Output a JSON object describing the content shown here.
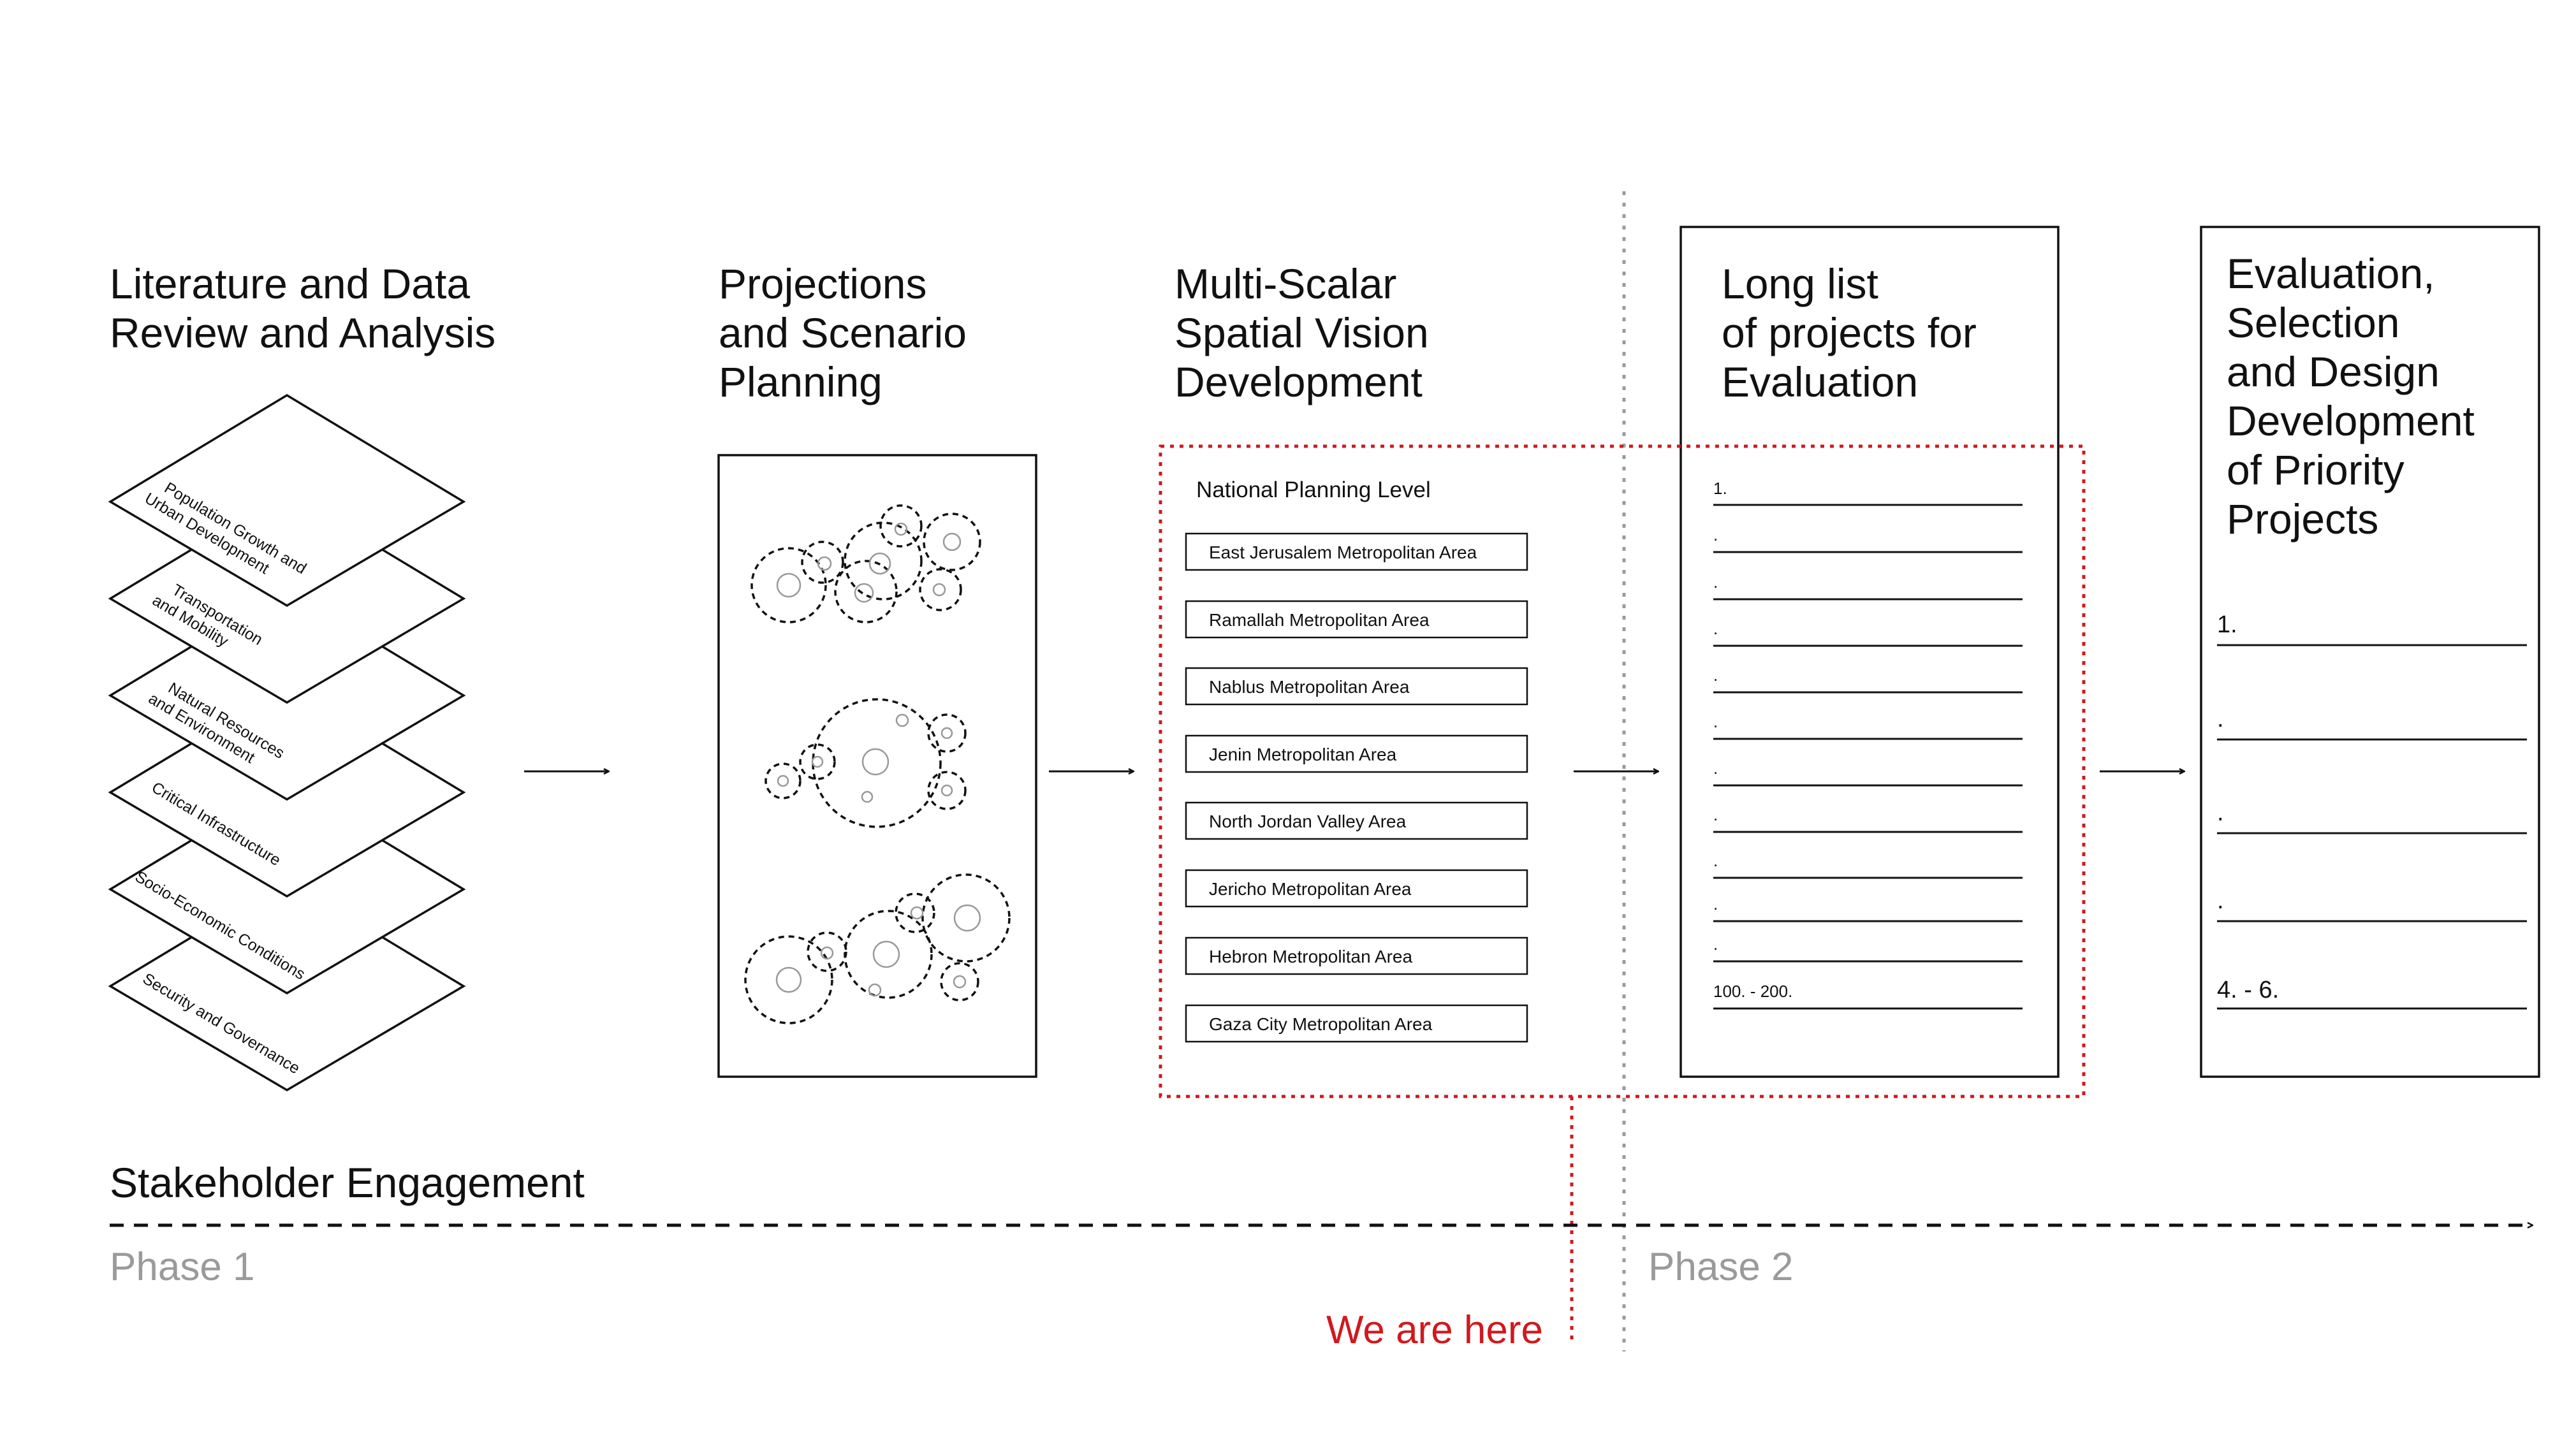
{
  "colors": {
    "ink": "#111111",
    "muted": "#9a9a9a",
    "accent": "#d0191e",
    "divider": "#9a9a9a"
  },
  "steps": {
    "literature": {
      "title": [
        "Literature and Data",
        "Review and Analysis"
      ]
    },
    "projections": {
      "title": [
        "Projections",
        "and Scenario",
        "Planning"
      ]
    },
    "vision": {
      "title": [
        "Multi-Scalar",
        "Spatial Vision",
        "Development"
      ]
    },
    "longlist": {
      "title": [
        "Long list",
        "of projects for",
        "Evaluation"
      ]
    },
    "evaluation": {
      "title": [
        "Evaluation,",
        "Selection",
        "and Design",
        "Development",
        "of Priority",
        "Projects"
      ]
    }
  },
  "layers": [
    [
      "Population Growth and",
      "Urban Development"
    ],
    [
      "Transportation",
      "and Mobility"
    ],
    [
      "Natural Resources",
      "and Environment"
    ],
    [
      "Critical Infrastructure"
    ],
    [
      "Socio-Economic Conditions"
    ],
    [
      "Security and Governance"
    ]
  ],
  "vision_panel": {
    "heading": "National Planning Level",
    "areas": [
      "East Jerusalem Metropolitan Area",
      "Ramallah Metropolitan Area",
      "Nablus Metropolitan Area",
      "Jenin Metropolitan Area",
      "North Jordan Valley Area",
      "Jericho Metropolitan Area",
      "Hebron Metropolitan Area",
      "Gaza City Metropolitan Area"
    ]
  },
  "long_list": {
    "items": [
      "1.",
      ".",
      ".",
      ".",
      ".",
      ".",
      ".",
      ".",
      ".",
      ".",
      ".",
      "100. - 200."
    ]
  },
  "priority_list": {
    "items": [
      "1.",
      ".",
      ".",
      ".",
      "4. - 6."
    ]
  },
  "timeline": {
    "label": "Stakeholder Engagement",
    "phase1": "Phase 1",
    "phase2": "Phase 2",
    "marker": "We are here"
  }
}
